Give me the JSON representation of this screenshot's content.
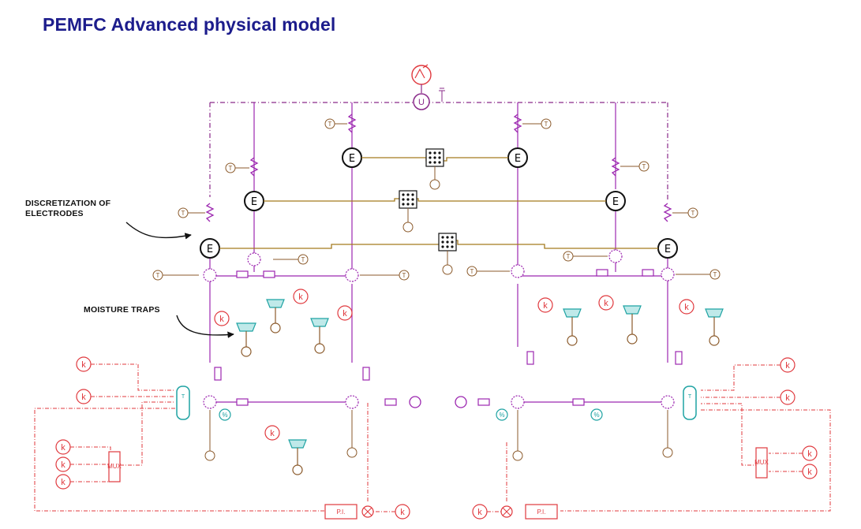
{
  "page": {
    "title": "PEMFC Advanced physical model"
  },
  "annotations": {
    "discretization_line1": "DISCRETIZATION OF",
    "discretization_line2": "ELECTRODES",
    "moisture": "MOISTURE TRAPS"
  },
  "symbols": {
    "constant": "k",
    "temperature": "T",
    "electrode": "E",
    "mux": "MUX",
    "pi": "P.I.",
    "table": "T",
    "current": "U",
    "percent": "%"
  },
  "colors": {
    "title": "#1c1c8c",
    "control_signal": "#e0393e",
    "electrical": "#8a2a8a",
    "gas_line": "#9c27b0",
    "thermal": "#8b5a2b",
    "hydraulic": "#1fa3a3",
    "bus_line": "#a57a1f"
  }
}
